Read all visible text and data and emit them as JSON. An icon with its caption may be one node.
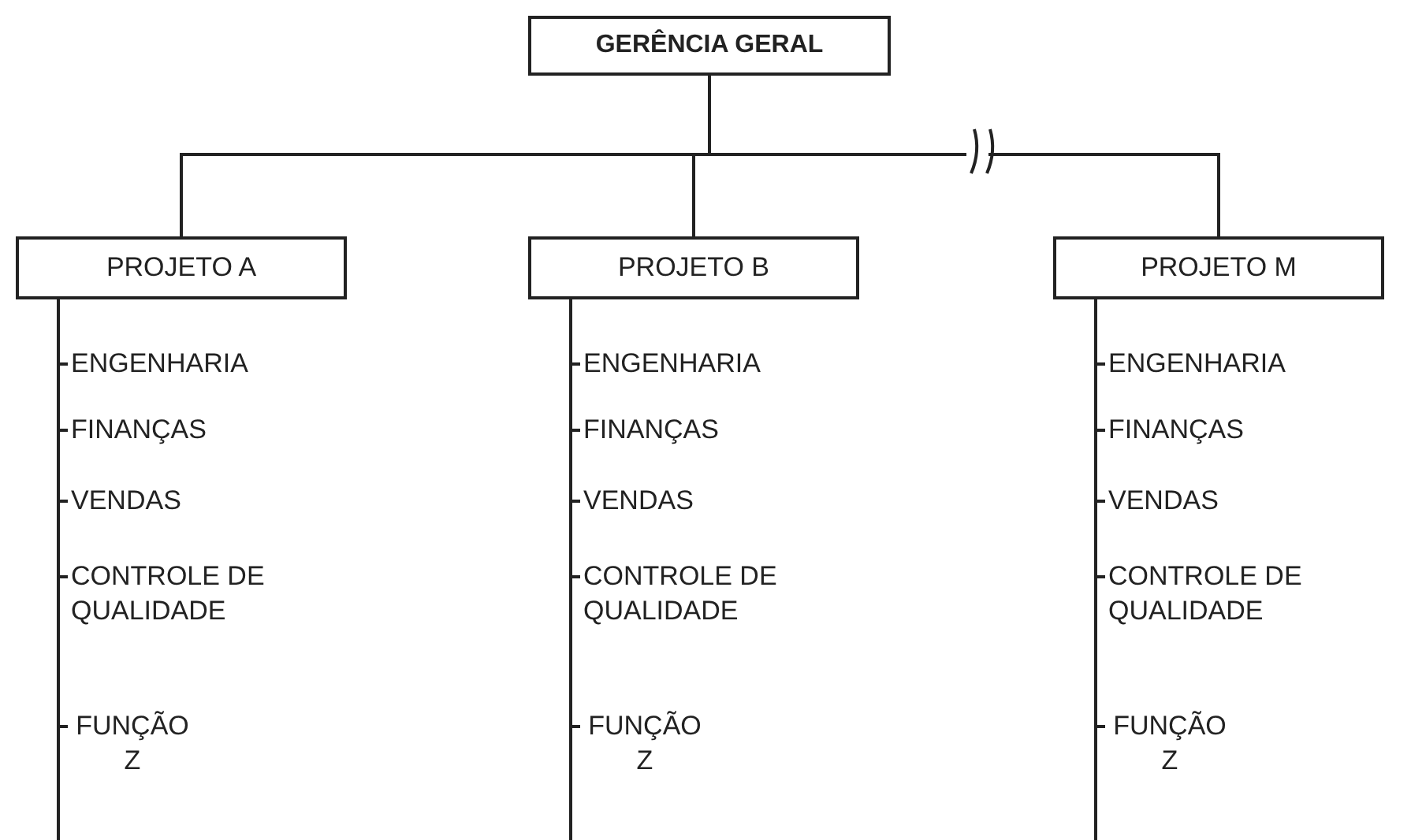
{
  "diagram": {
    "nodes": [
      {
        "text": [
          "GERÊNCIA GERAL"
        ]
      },
      {
        "text": [
          "PROJETO A"
        ]
      },
      {
        "text": [
          "PROJETO B"
        ]
      },
      {
        "text": [
          "PROJETO M"
        ]
      },
      {
        "text": [
          "ENGENHARIA"
        ]
      },
      {
        "text": [
          "FINANÇAS"
        ]
      },
      {
        "text": [
          "VENDAS"
        ]
      },
      {
        "text": [
          "CONTROLE DE QUALIDADE"
        ]
      },
      {
        "text": [
          "FUNÇÃO Z"
        ]
      },
      {
        "text": [
          "ENGENHARIA"
        ]
      },
      {
        "text": [
          "FINANÇAS"
        ]
      },
      {
        "text": [
          "VENDAS"
        ]
      },
      {
        "text": [
          "CONTROLE DE QUALIDADE"
        ]
      },
      {
        "text": [
          "FUNÇÃO Z"
        ]
      },
      {
        "text": [
          "ENGENHARIA"
        ]
      },
      {
        "text": [
          "FINANÇAS"
        ]
      },
      {
        "text": [
          "VENDAS"
        ]
      },
      {
        "text": [
          "CONTROLE DE QUALIDADE"
        ]
      },
      {
        "text": [
          "FUNÇÃO Z"
        ]
      }
    ],
    "edges": [
      {
        "from": 0,
        "to": 1,
        "arrow": "none"
      },
      {
        "from": 0,
        "to": 2,
        "arrow": "none"
      },
      {
        "from": 0,
        "to": 3,
        "arrow": "none"
      },
      {
        "from": 1,
        "to": 4,
        "arrow": "none"
      },
      {
        "from": 1,
        "to": 5,
        "arrow": "none"
      },
      {
        "from": 1,
        "to": 6,
        "arrow": "none"
      },
      {
        "from": 1,
        "to": 7,
        "arrow": "none"
      },
      {
        "from": 1,
        "to": 8,
        "arrow": "none"
      },
      {
        "from": 2,
        "to": 9,
        "arrow": "none"
      },
      {
        "from": 2,
        "to": 10,
        "arrow": "none"
      },
      {
        "from": 2,
        "to": 11,
        "arrow": "none"
      },
      {
        "from": 2,
        "to": 12,
        "arrow": "none"
      },
      {
        "from": 2,
        "to": 13,
        "arrow": "none"
      },
      {
        "from": 3,
        "to": 14,
        "arrow": "none"
      },
      {
        "from": 3,
        "to": 15,
        "arrow": "none"
      },
      {
        "from": 3,
        "to": 16,
        "arrow": "none"
      },
      {
        "from": 3,
        "to": 17,
        "arrow": "none"
      },
      {
        "from": 3,
        "to": 18,
        "arrow": "none"
      }
    ]
  }
}
